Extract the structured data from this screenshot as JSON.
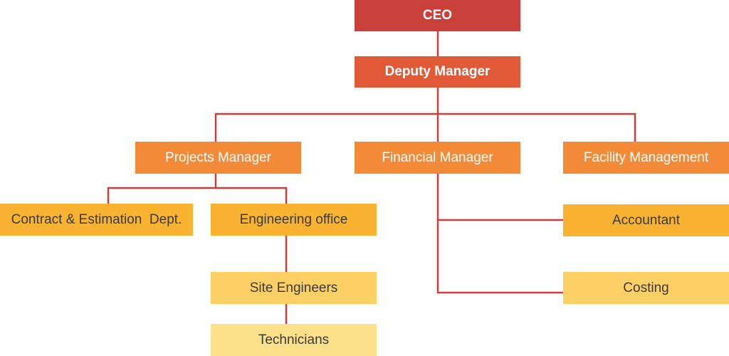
{
  "colors": {
    "line": "#c9403a",
    "ceo": "#c9403a",
    "deputy": "#e05a38",
    "managers": "#f28a38",
    "level4": "#f9b330",
    "level5": "#fdd066",
    "level6": "#fde08a"
  },
  "nodes": {
    "ceo": "CEO",
    "deputy": "Deputy Manager",
    "projects": "Projects Manager",
    "financial": "Financial Manager",
    "facility": "Facility Management",
    "contract": "Contract & Estimation  Dept.",
    "engineering": "Engineering office",
    "accountant": "Accountant",
    "site": "Site Engineers",
    "costing": "Costing",
    "technicians": "Technicians"
  }
}
